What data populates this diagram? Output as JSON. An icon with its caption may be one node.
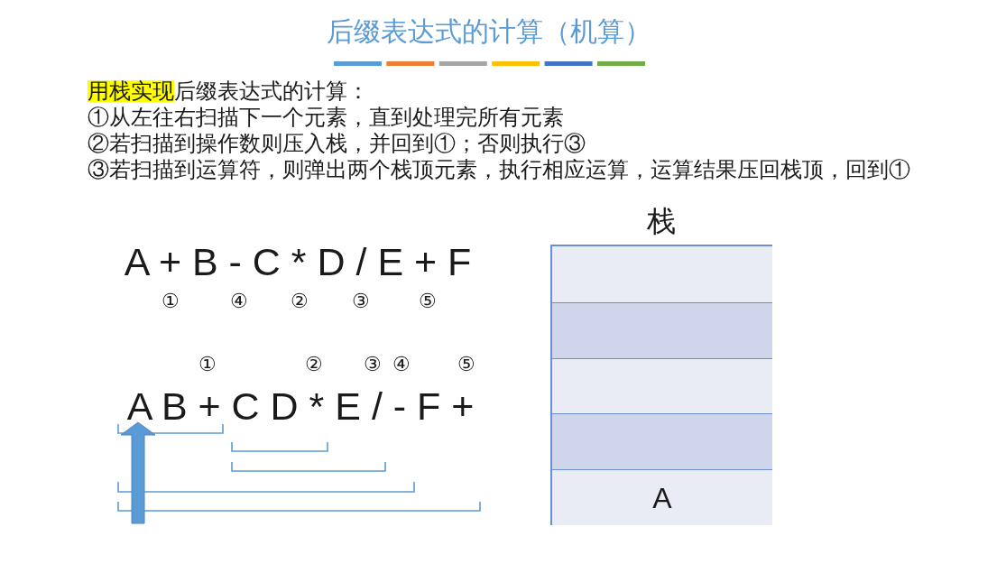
{
  "diagram": {
    "title": "后缀表达式的计算（机算）",
    "nodes": [
      {
        "text": [
          "栈"
        ]
      },
      {
        "text": [],
        "shape": "box",
        "in": 0
      },
      {
        "text": [],
        "shape": "box",
        "in": 0
      },
      {
        "text": [],
        "shape": "box",
        "in": 0
      },
      {
        "text": [],
        "shape": "box",
        "in": 0
      },
      {
        "text": [
          "A"
        ],
        "in": 0
      }
    ],
    "labels": [
      "用栈实现",
      "后缀表达式的计算：",
      "①从左往右扫描下一个元素，直到处理完所有元素",
      "②若扫描到操作数则压入栈，并回到①；否则执行③",
      "③若扫描到运算符，则弹出两个栈顶元素，执行相应运算，运算结果压回栈顶，回到①",
      "A + B - C * D / E + F",
      "①",
      "④",
      "②",
      "③",
      "⑤",
      "①",
      "②",
      "③",
      "④",
      "⑤",
      "A B + C D * E / - F +"
    ]
  }
}
